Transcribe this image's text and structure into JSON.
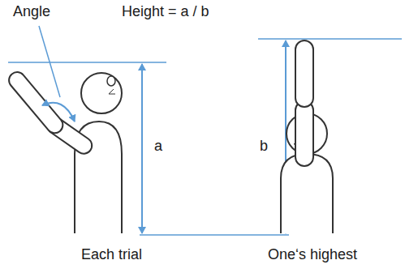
{
  "diagram": {
    "labels": [
      "Angle",
      "Height = a / b",
      "a",
      "b",
      "Each trial",
      "One‘s highest"
    ]
  }
}
